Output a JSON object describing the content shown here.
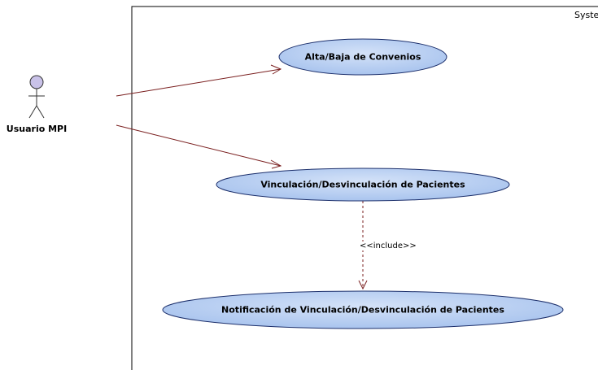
{
  "system": {
    "label": "System"
  },
  "actor": {
    "label": "Usuario MPI"
  },
  "use_cases": {
    "alta_baja": "Alta/Baja de Convenios",
    "vinculacion": "Vinculación/Desvinculación de Pacientes",
    "notificacion": "Notificación de Vinculación/Desvinculación de Pacientes"
  },
  "relations": {
    "include_label": "<<include>>"
  },
  "colors": {
    "usecase_fill": "#a9c4ee",
    "usecase_fill_light": "#d4e2f8",
    "usecase_stroke": "#1c2f6b",
    "actor_head_fill": "#c9c2e8",
    "association_line": "#7a1f1f",
    "include_line": "#7a1f1f",
    "boundary": "#000000"
  }
}
